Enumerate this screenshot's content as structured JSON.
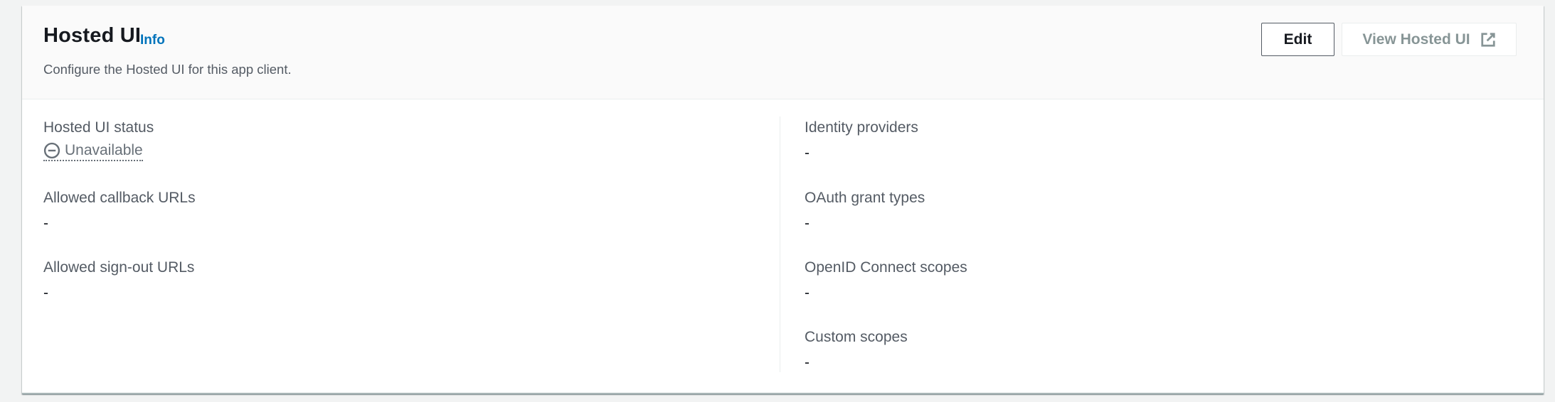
{
  "header": {
    "title": "Hosted UI",
    "info_label": "Info",
    "description": "Configure the Hosted UI for this app client.",
    "buttons": {
      "edit_label": "Edit",
      "view_label": "View Hosted UI",
      "view_icon": "external-link-icon",
      "view_disabled": true
    }
  },
  "left_column": [
    {
      "label": "Hosted UI status",
      "value": "Unavailable",
      "icon": "minus-circle-icon",
      "status_color": "#687078"
    },
    {
      "label": "Allowed callback URLs",
      "value": "-"
    },
    {
      "label": "Allowed sign-out URLs",
      "value": "-"
    }
  ],
  "right_column": [
    {
      "label": "Identity providers",
      "value": "-"
    },
    {
      "label": "OAuth grant types",
      "value": "-"
    },
    {
      "label": "OpenID Connect scopes",
      "value": "-"
    },
    {
      "label": "Custom scopes",
      "value": "-"
    }
  ],
  "colors": {
    "link": "#0073bb",
    "disabled_text": "#879596",
    "label_text": "#545b64",
    "body_text": "#16191f"
  }
}
